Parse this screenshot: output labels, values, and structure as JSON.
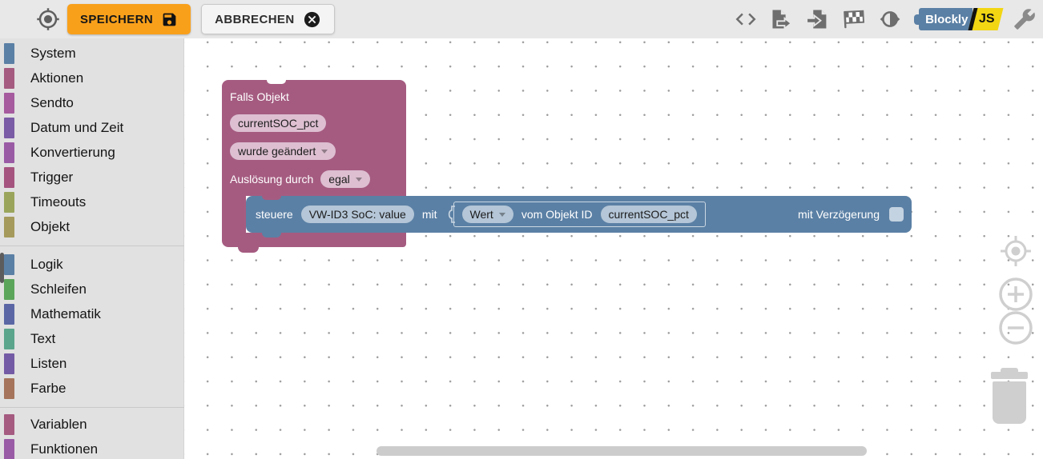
{
  "toolbar": {
    "save": "SPEICHERN",
    "cancel": "ABBRECHEN",
    "save_color": "#f9a01b",
    "logo_text": "Blockly",
    "logo_js": "JS",
    "logo_blue": "#5b80a5",
    "logo_yellow": "#f2d613",
    "icons": [
      "locate-icon",
      "code-icon",
      "export-file-icon",
      "import-file-icon",
      "checkered-flag-icon",
      "contrast-icon",
      "wrench-icon"
    ]
  },
  "sidebar": {
    "categories": [
      {
        "label": "System",
        "color": "#5b80a5"
      },
      {
        "label": "Aktionen",
        "color": "#a55b80"
      },
      {
        "label": "Sendto",
        "color": "#a55b9e"
      },
      {
        "label": "Datum und Zeit",
        "color": "#7a5ba5"
      },
      {
        "label": "Konvertierung",
        "color": "#9a5ba5"
      },
      {
        "label": "Trigger",
        "color": "#a5547f"
      },
      {
        "label": "Timeouts",
        "color": "#9aa55b"
      },
      {
        "label": "Objekt",
        "color": "#a59a5b"
      },
      {
        "label": "Logik",
        "color": "#5b80a5"
      },
      {
        "label": "Schleifen",
        "color": "#5ba55b"
      },
      {
        "label": "Mathematik",
        "color": "#5b67a5"
      },
      {
        "label": "Text",
        "color": "#5ba58c"
      },
      {
        "label": "Listen",
        "color": "#745ba5"
      },
      {
        "label": "Farbe",
        "color": "#a5745b"
      },
      {
        "label": "Variablen",
        "color": "#a55b80"
      },
      {
        "label": "Funktionen",
        "color": "#995ba5"
      }
    ]
  },
  "canvas": {
    "trigger_block": {
      "color": "#a55b80",
      "title": "Falls Objekt",
      "object_id": "currentSOC_pct",
      "event": "wurde geändert",
      "trigger_label": "Auslösung durch",
      "trigger_value": "egal"
    },
    "control_block": {
      "color": "#5b80a5",
      "action_label": "steuere",
      "target_object": "VW-ID3 SoC: value",
      "with_label": "mit",
      "delay_label": "mit Verzögerung"
    },
    "value_block": {
      "type_dropdown": "Wert",
      "source_label": "vom Objekt ID",
      "object_id": "currentSOC_pct"
    }
  }
}
